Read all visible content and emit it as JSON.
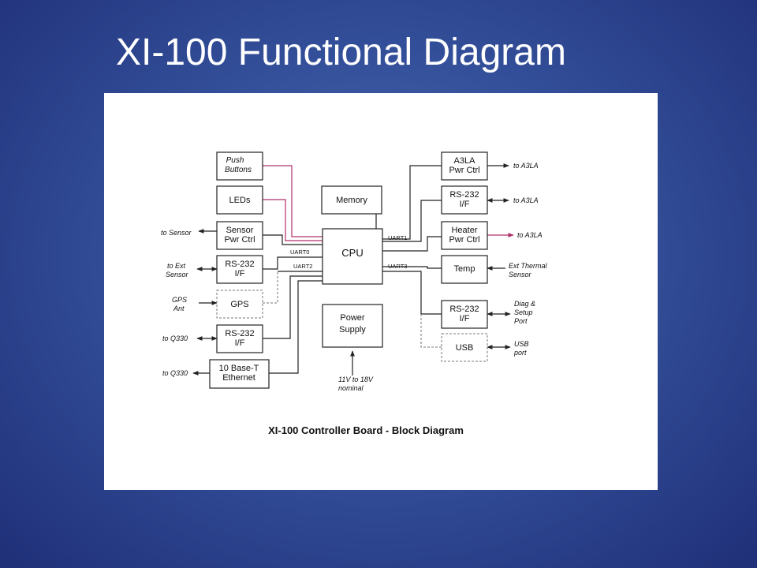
{
  "slide": {
    "title": "XI-100 Functional Diagram"
  },
  "diagram": {
    "caption": "XI-100 Controller Board - Block Diagram",
    "blocks": {
      "push_buttons": [
        "Push",
        "Buttons"
      ],
      "leds": "LEDs",
      "sensor_pwr": [
        "Sensor",
        "Pwr Ctrl"
      ],
      "rs232_left1": [
        "RS-232",
        "I/F"
      ],
      "gps": "GPS",
      "rs232_left2": [
        "RS-232",
        "I/F"
      ],
      "ethernet": [
        "10 Base-T",
        "Ethernet"
      ],
      "memory": "Memory",
      "cpu": "CPU",
      "power_supply": [
        "Power",
        "Supply"
      ],
      "a3la_pwr": [
        "A3LA",
        "Pwr Ctrl"
      ],
      "rs232_right1": [
        "RS-232",
        "I/F"
      ],
      "heater": [
        "Heater",
        "Pwr Ctrl"
      ],
      "temp": "Temp",
      "rs232_right2": [
        "RS-232",
        "I/F"
      ],
      "usb": "USB"
    },
    "uarts": {
      "uart0": "UART0",
      "uart1": "UART1",
      "uart2": "UART2",
      "uart3": "UART3"
    },
    "external": {
      "to_sensor": "to Sensor",
      "to_ext_sensor": [
        "to Ext",
        "Sensor"
      ],
      "gps_ant": [
        "GPS",
        "Ant"
      ],
      "to_q330_1": "to Q330",
      "to_q330_2": "to Q330",
      "to_a3la_1": "to A3LA",
      "to_a3la_2": "to A3LA",
      "to_a3la_3": "to A3LA",
      "ext_thermal": [
        "Ext Thermal",
        "Sensor"
      ],
      "diag_setup": [
        "Diag &",
        "Setup",
        "Port"
      ],
      "usb_port": [
        "USB",
        "port"
      ],
      "power_input": [
        "11V to 18V",
        "nominal"
      ]
    },
    "colors": {
      "accent_line": "#b0306a"
    }
  }
}
